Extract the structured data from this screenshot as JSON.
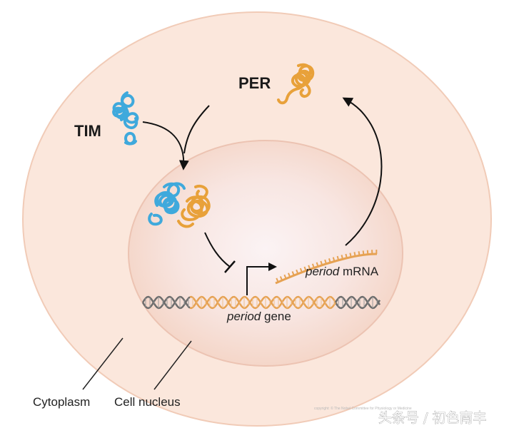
{
  "labels": {
    "tim": "TIM",
    "per": "PER",
    "mrna_italic": "period",
    "mrna_suffix": " mRNA",
    "gene_italic": "period",
    "gene_suffix": " gene",
    "cytoplasm": "Cytoplasm",
    "nucleus": "Cell nucleus"
  },
  "copyright": "copyright: © The Nobel Committee for Physiology or Medicine",
  "watermark": "头条号 / 初色南丰",
  "colors": {
    "cytoplasm_fill": "#fbe7dc",
    "cytoplasm_stroke": "#f1cbb7",
    "nucleus_fill": "#f6d9cc",
    "nucleus_inner": "#fbf1f1",
    "tim_protein": "#3fa9dc",
    "per_protein": "#e8a13a",
    "dna_gray": "#6d6d6d",
    "dna_orange": "#e6a253",
    "arrow": "#111111"
  }
}
